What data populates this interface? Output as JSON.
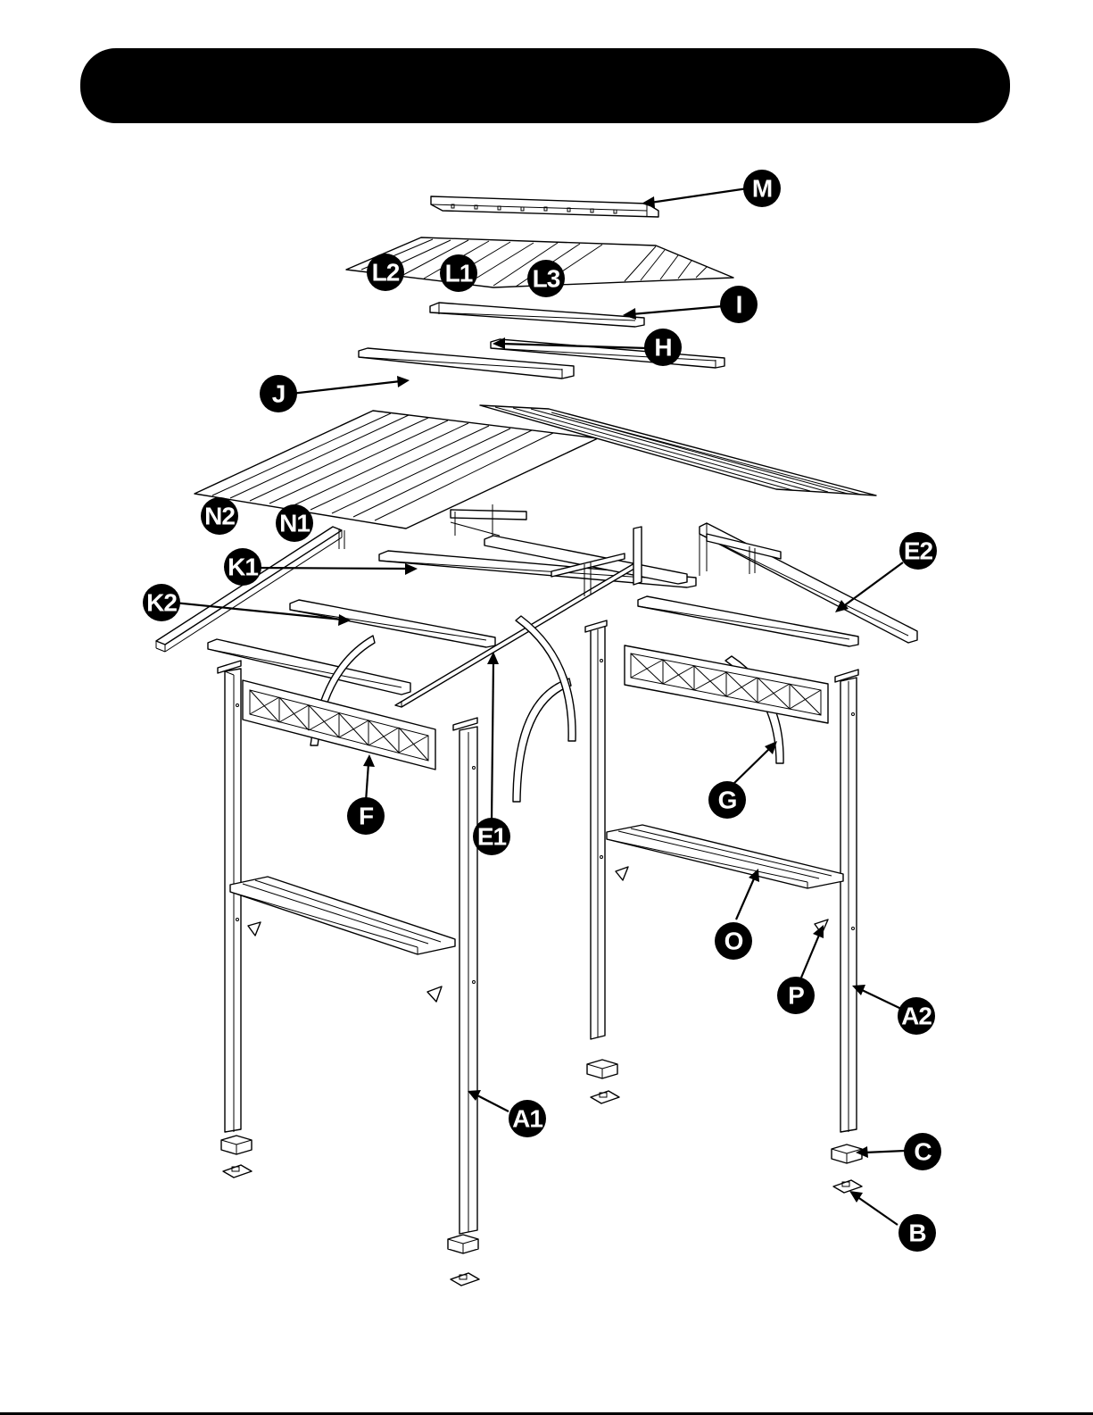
{
  "callouts": [
    {
      "id": "M",
      "label": "M"
    },
    {
      "id": "L2",
      "label": "L2"
    },
    {
      "id": "L1",
      "label": "L1"
    },
    {
      "id": "L3",
      "label": "L3"
    },
    {
      "id": "I",
      "label": "I"
    },
    {
      "id": "H",
      "label": "H"
    },
    {
      "id": "J",
      "label": "J"
    },
    {
      "id": "N2",
      "label": "N2"
    },
    {
      "id": "N1",
      "label": "N1"
    },
    {
      "id": "E2",
      "label": "E2"
    },
    {
      "id": "K1",
      "label": "K1"
    },
    {
      "id": "K2",
      "label": "K2"
    },
    {
      "id": "E1",
      "label": "E1"
    },
    {
      "id": "F",
      "label": "F"
    },
    {
      "id": "G",
      "label": "G"
    },
    {
      "id": "O",
      "label": "O"
    },
    {
      "id": "P",
      "label": "P"
    },
    {
      "id": "A2",
      "label": "A2"
    },
    {
      "id": "A1",
      "label": "A1"
    },
    {
      "id": "C",
      "label": "C"
    },
    {
      "id": "B",
      "label": "B"
    }
  ]
}
